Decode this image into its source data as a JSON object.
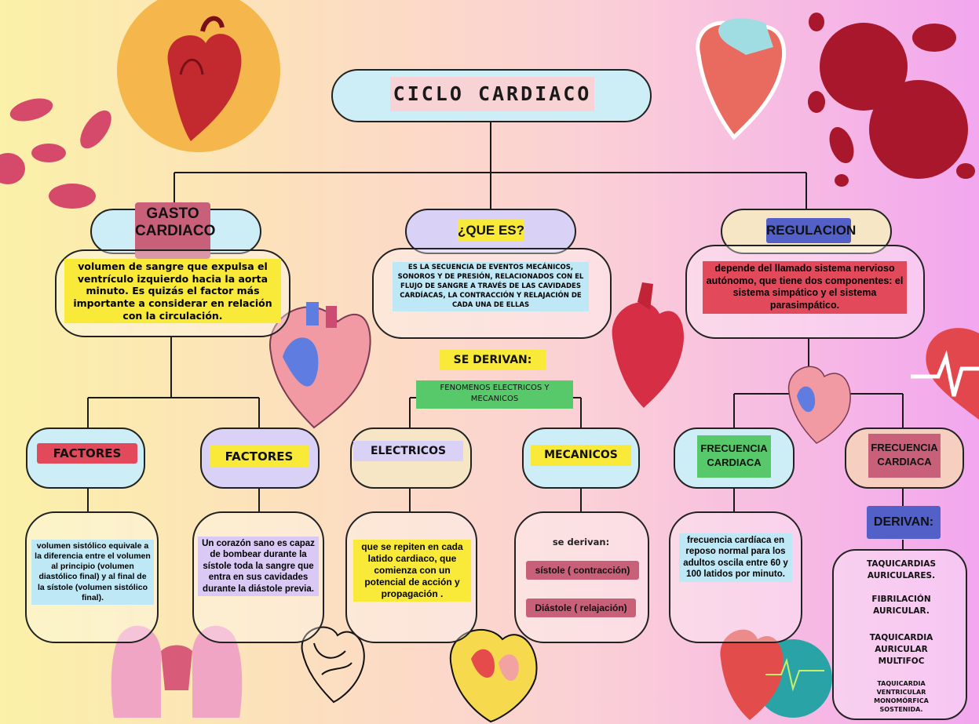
{
  "title": "CICLO CARDIACO",
  "branches": {
    "gasto": {
      "header": "GASTO CARDIACO",
      "description": "volumen de sangre que expulsa el ventrículo izquierdo hacia la aorta minuto. Es quizás el factor más importante a considerar en relación con la circulación.",
      "factores_left": {
        "label": "FACTORES",
        "text": "volumen sistólico equivale a la diferencia entre el volumen al principio (volumen diastólico final) y al final de la sístole (volumen sistólico final)."
      },
      "factores_right": {
        "label": "FACTORES",
        "text": "Un corazón sano es capaz de bombear durante la sístole toda la sangre que entra en sus cavidades durante la diástole previa."
      }
    },
    "que_es": {
      "header": "¿QUE ES?",
      "description": "ES LA SECUENCIA DE EVENTOS MECÁNICOS, SONOROS Y DE PRESIÓN, RELACIONADOS CON EL FLUJO DE SANGRE A TRAVÉS DE LAS CAVIDADES CARDÍACAS, LA CONTRACCIÓN Y RELAJACIÓN DE CADA UNA DE ELLAS",
      "se_derivan": "SE DERIVAN:",
      "fenomenos": "FENOMENOS ELECTRICOS Y MECANICOS",
      "electricos": {
        "label": "ELECTRICOS",
        "text": "que se repiten en cada latido cardiaco, que comienza con un potencial de acción y propagación ."
      },
      "mecanicos": {
        "label": "MECANICOS",
        "se_derivan": "se derivan:",
        "items": [
          "sístole ( contracción)",
          "Diástole ( relajación)"
        ]
      }
    },
    "regulacion": {
      "header": "REGULACION",
      "description": "depende del llamado sistema nervioso autónomo, que tiene dos componentes: el sistema simpático y el sistema parasimpático.",
      "frecuencia_left": {
        "label": "FRECUENCIA CARDIACA",
        "text": "frecuencia cardíaca en reposo normal para los adultos oscila entre 60 y 100 latidos por minuto."
      },
      "frecuencia_right": {
        "label": "FRECUENCIA CARDIACA",
        "derivan": "DERIVAN:",
        "items": [
          "TAQUICARDIAS AURICULARES.",
          "FIBRILACIÓN AURICULAR.",
          "TAQUICARDIA AURICULAR MULTIFOC",
          "TAQUICARDIA VENTRICULAR MONOMÓRFICA SOSTENIDA."
        ]
      }
    }
  },
  "colors": {
    "pill_blue": "#cdeef6",
    "pill_purple": "#d9d2f6",
    "pill_cream": "#f6e6c6",
    "yellow": "#f9ea3a",
    "red_tag": "#e24a5c",
    "pink_tag": "#f0a8c8",
    "green_tag": "#58c96a",
    "blue_tag": "#5260c8",
    "lavender": "#d9c9f4",
    "light_blue": "#bfe8f6",
    "mauve": "#c8607a"
  },
  "icons": [
    "heart-illustration-icon",
    "blood-cells-icon",
    "heart-rate-icon",
    "lungs-icon"
  ]
}
